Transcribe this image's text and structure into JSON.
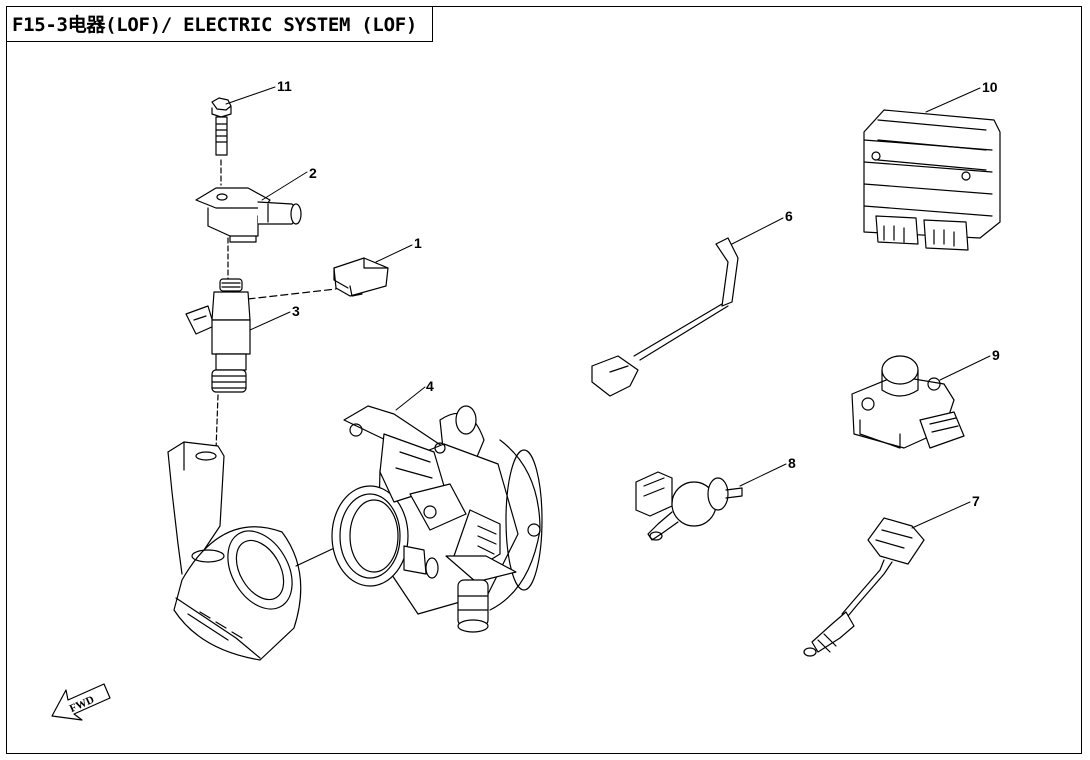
{
  "title": "F15-3电器(LOF)/ ELECTRIC SYSTEM (LOF)",
  "callouts": [
    "1",
    "2",
    "3",
    "4",
    "6",
    "7",
    "8",
    "9",
    "10",
    "11"
  ],
  "direction_label": "FWD",
  "colors": {
    "line": "#000000",
    "background": "#ffffff"
  }
}
